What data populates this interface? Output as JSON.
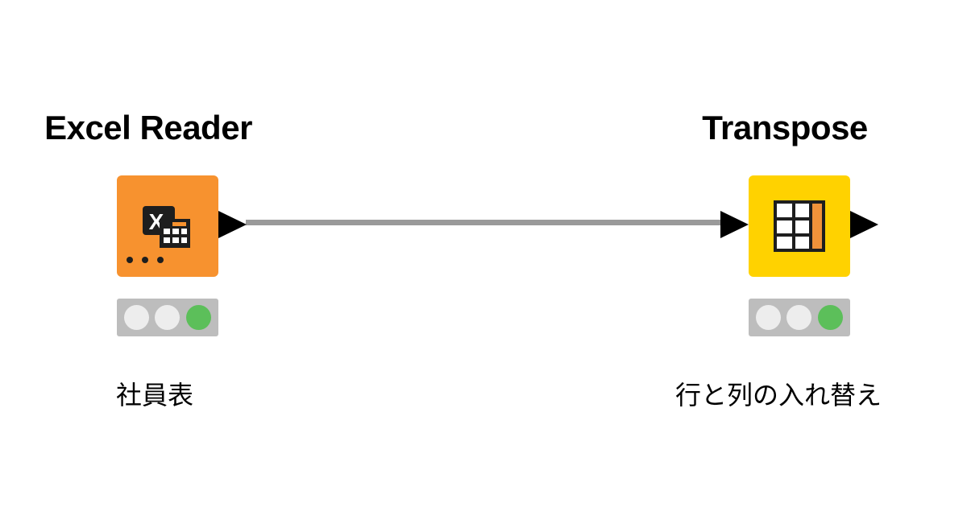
{
  "workflow": {
    "nodes": [
      {
        "id": "excel-reader",
        "title": "Excel Reader",
        "label": "社員表",
        "type": "source",
        "color": "#F7922F",
        "icon": "excel-table-icon",
        "status": "executed",
        "traffic_light": [
          "off",
          "off",
          "green"
        ]
      },
      {
        "id": "transpose",
        "title": "Transpose",
        "label": "行と列の入れ替え",
        "type": "manipulator",
        "color": "#FFD200",
        "icon": "transpose-table-icon",
        "status": "executed",
        "traffic_light": [
          "off",
          "off",
          "green"
        ]
      }
    ],
    "connections": [
      {
        "from": "excel-reader",
        "to": "transpose",
        "color": "#9A9A9A"
      }
    ],
    "colors": {
      "light_off": "#EDEDED",
      "light_green": "#5CBF5A",
      "traffic_bg": "#BDBDBD"
    }
  }
}
